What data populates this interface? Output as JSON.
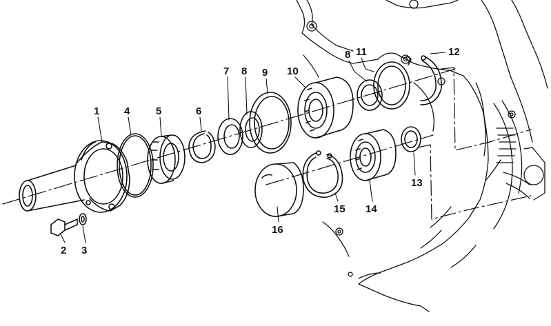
{
  "diagram": {
    "callouts": [
      {
        "id": "c1",
        "label": "1",
        "part": "guide-tube"
      },
      {
        "id": "c2",
        "label": "2",
        "part": "hex-bolt"
      },
      {
        "id": "c3",
        "label": "3",
        "part": "washer"
      },
      {
        "id": "c4",
        "label": "4",
        "part": "o-ring"
      },
      {
        "id": "c5",
        "label": "5",
        "part": "radial-shaft-seal"
      },
      {
        "id": "c6",
        "label": "6",
        "part": "snap-ring"
      },
      {
        "id": "c7",
        "label": "7",
        "part": "shim-ring"
      },
      {
        "id": "c8a",
        "label": "8",
        "part": "shim-ring"
      },
      {
        "id": "c9",
        "label": "9",
        "part": "thrust-washer"
      },
      {
        "id": "c10",
        "label": "10",
        "part": "ball-bearing"
      },
      {
        "id": "c8b",
        "label": "8",
        "part": "shim-ring"
      },
      {
        "id": "c11",
        "label": "11",
        "part": "circlip"
      },
      {
        "id": "c12",
        "label": "12",
        "part": "circlip"
      },
      {
        "id": "c13",
        "label": "13",
        "part": "shim-ring"
      },
      {
        "id": "c14",
        "label": "14",
        "part": "ball-bearing"
      },
      {
        "id": "c15",
        "label": "15",
        "part": "circlip"
      },
      {
        "id": "c16",
        "label": "16",
        "part": "cover-cap"
      }
    ]
  },
  "colors": {
    "line": "#111111",
    "background": "#ffffff"
  }
}
